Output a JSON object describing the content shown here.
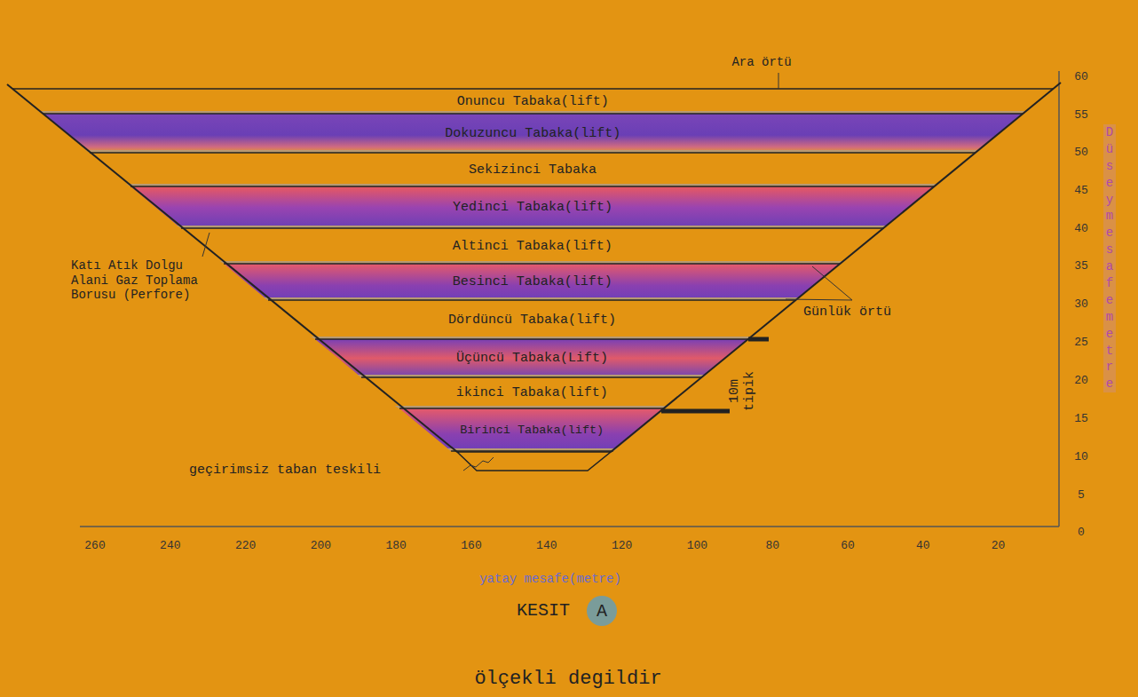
{
  "diagram": {
    "nodes": [
      {
        "text": [
          "Onuncu Tabaka(lift)"
        ]
      },
      {
        "text": [
          "Dokuzuncu Tabaka(lift)"
        ]
      },
      {
        "text": [
          "Sekizinci Tabaka"
        ]
      },
      {
        "text": [
          "Yedinci Tabaka(lift)"
        ]
      },
      {
        "text": [
          "Altinci Tabaka(lift)"
        ]
      },
      {
        "text": [
          "Besinci Tabaka(lift)"
        ]
      },
      {
        "text": [
          "Dördüncü Tabaka(lift)"
        ]
      },
      {
        "text": [
          "Üçüncü Tabaka(Lift)"
        ]
      },
      {
        "text": [
          "ikinci Tabaka(lift)"
        ]
      },
      {
        "text": [
          "Birinci Tabaka(lift)"
        ]
      },
      {
        "text": [
          "A"
        ]
      }
    ],
    "labels": [
      "Ara örtü",
      "Katı Atık Dolgu Alani Gaz Toplama Borusu (Perfore)",
      "Günlük örtü",
      "10m tipik",
      "geçirimsiz taban teskili",
      "60",
      "55",
      "50",
      "45",
      "40",
      "35",
      "30",
      "25",
      "20",
      "15",
      "10",
      "5",
      "0",
      "Düsey mesafe metre",
      "260",
      "240",
      "220",
      "200",
      "180",
      "160",
      "140",
      "120",
      "100",
      "80",
      "60",
      "40",
      "20",
      "yatay mesafe(metre)",
      "KESIT",
      "ölçekli degildir"
    ]
  }
}
